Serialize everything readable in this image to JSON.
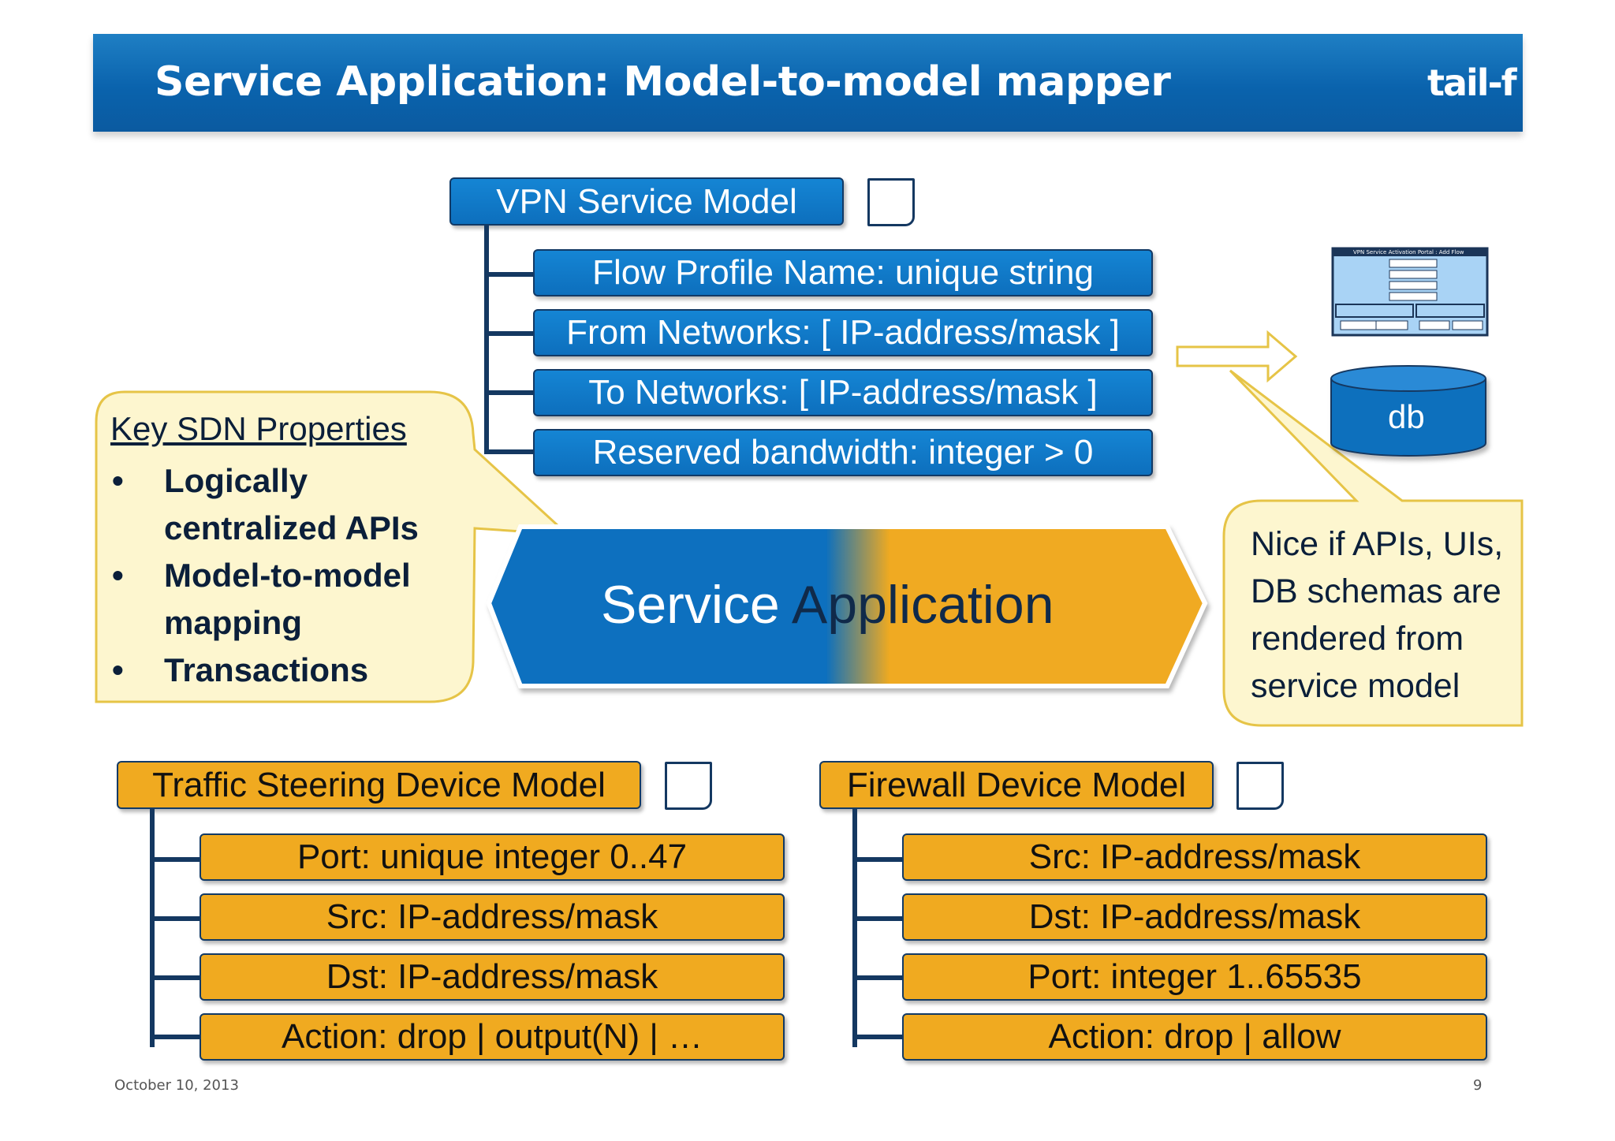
{
  "header": {
    "title": "Service Application: Model-to-model mapper",
    "logo": "tail-f"
  },
  "vpn_model": {
    "title": "VPN Service Model",
    "fields": [
      "Flow Profile Name: unique string",
      "From Networks: [ IP-address/mask ]",
      "To Networks: [ IP-address/mask ]",
      "Reserved bandwidth: integer > 0"
    ]
  },
  "service_app": {
    "label_part1": "Service ",
    "label_part2": "Application"
  },
  "callout_left": {
    "title": "Key SDN Properties",
    "bullets": [
      "Logically centralized APIs",
      "Model-to-model mapping",
      "Transactions"
    ]
  },
  "callout_right": {
    "text": "Nice if APIs, UIs, DB schemas are rendered from service model"
  },
  "db_label": "db",
  "ui_thumbnail_title": "VPN Service Activation Portal : Add Flow",
  "traffic_model": {
    "title": "Traffic Steering Device Model",
    "fields": [
      "Port: unique integer 0..47",
      "Src: IP-address/mask",
      "Dst: IP-address/mask",
      "Action: drop | output(N) | …"
    ]
  },
  "firewall_model": {
    "title": "Firewall Device Model",
    "fields": [
      "Src: IP-address/mask",
      "Dst: IP-address/mask",
      "Port: integer 1..65535",
      "Action: drop | allow"
    ]
  },
  "footer": {
    "date": "October 10, 2013",
    "page": "9"
  },
  "colors": {
    "blue": "#0d6fbd",
    "orange": "#f0aa20",
    "callout": "#fdf6cf",
    "dark": "#143861"
  }
}
